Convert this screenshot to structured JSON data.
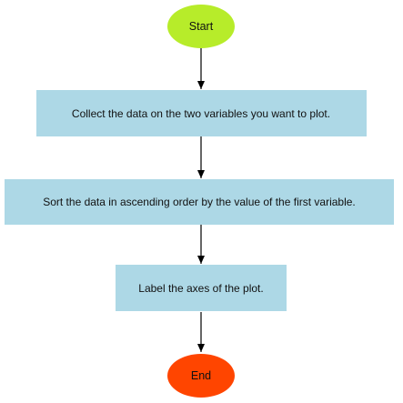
{
  "flowchart": {
    "start": {
      "label": "Start",
      "color": "#b7ec2a"
    },
    "steps": [
      {
        "label": "Collect the data on the two variables you want to plot.",
        "color": "#add8e6"
      },
      {
        "label": "Sort the data in ascending order by the value of the first variable.",
        "color": "#add8e6"
      },
      {
        "label": "Label the axes of the plot.",
        "color": "#add8e6"
      }
    ],
    "end": {
      "label": "End",
      "color": "#ff4500"
    },
    "edge_color": "#000000"
  }
}
